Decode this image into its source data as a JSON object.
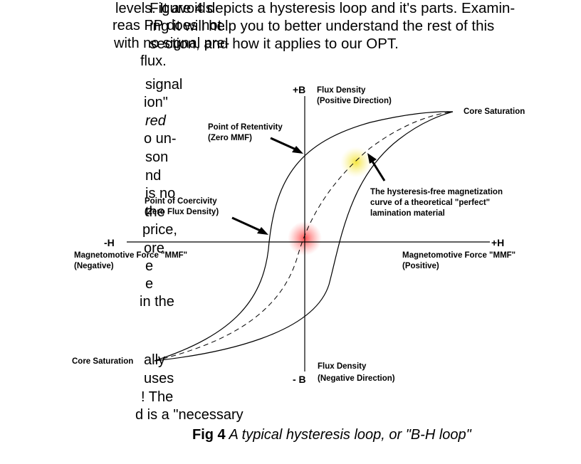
{
  "left_column_lines": [
    "levels. It avoids",
    "reas PP does not.",
    "with no signal pre-",
    "flux.",
    "signal",
    "ion\"",
    "red",
    "o un-",
    "son",
    "nd",
    "is no",
    "the",
    "price,",
    "ore",
    "e",
    "e",
    "in the",
    "ally",
    "uses",
    "! The",
    "d is a \"necessary"
  ],
  "intro_lines": [
    "Figure 4 depicts a hysteresis loop and it's parts. Examin-",
    "ing it will help you to better understand the rest of this",
    "section, and how it applies to our OPT."
  ],
  "diagram": {
    "plus_b": "+B",
    "minus_b": "- B",
    "plus_h": "+H",
    "minus_h": "-H",
    "flux_density_top": "Flux Density",
    "flux_density_top_dir": "(Positive Direction)",
    "flux_density_bottom": "Flux Density",
    "flux_density_bottom_dir": "(Negative Direction)",
    "core_saturation_top": "Core Saturation",
    "core_saturation_bottom": "Core Saturation",
    "retentivity": "Point of Retentivity",
    "retentivity_sub": "(Zero MMF)",
    "coercivity": "Point of Coercivity",
    "coercivity_sub": "(Zero Flux Density)",
    "hysteresis_free_1": "The hysteresis-free magnetization",
    "hysteresis_free_2": "curve of a theoretical \"perfect\"",
    "hysteresis_free_3": "lamination material",
    "mmf_left": "Magnetomotive Force \"MMF\"",
    "mmf_left_dir": "(Negative)",
    "mmf_right": "Magnetomotive Force \"MMF\"",
    "mmf_right_dir": "(Positive)",
    "colors": {
      "line": "#000000",
      "glow_red": "#ff3030",
      "glow_yellow": "#f5e430"
    }
  },
  "caption": {
    "bold": "Fig 4",
    "italic": " A typical hysteresis loop, or \"B-H loop\""
  }
}
